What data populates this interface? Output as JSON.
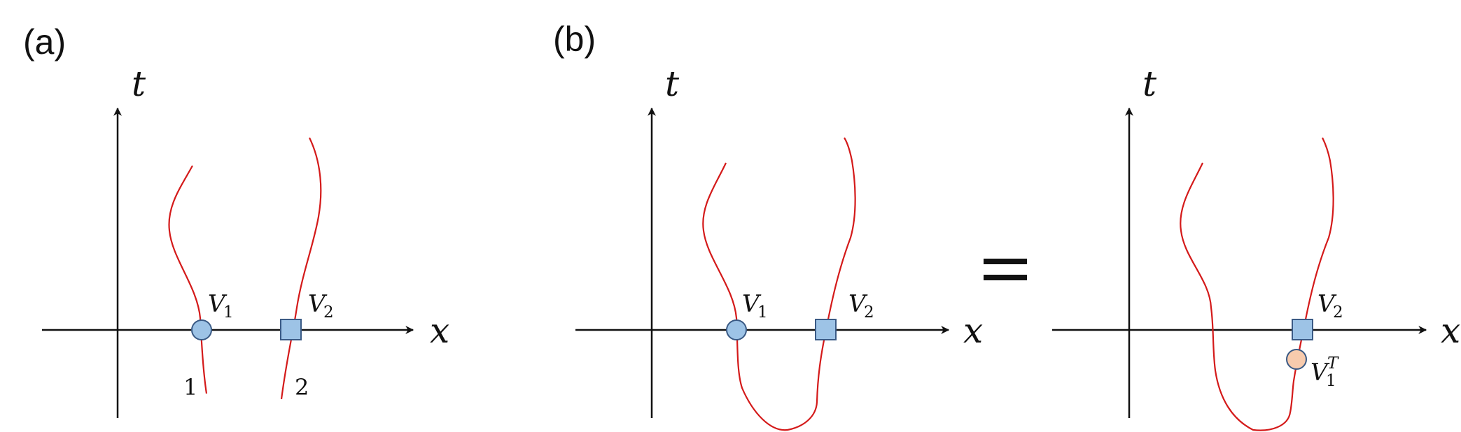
{
  "panels": {
    "a": {
      "label": "(a)"
    },
    "b": {
      "label": "(b)"
    }
  },
  "axes": {
    "t": "t",
    "x": "x"
  },
  "vertices": {
    "v1": {
      "base": "V",
      "sub": "1"
    },
    "v2": {
      "base": "V",
      "sub": "2"
    },
    "v1t": {
      "base": "V",
      "sub": "1",
      "sup": "T"
    }
  },
  "lines": {
    "line1": "1",
    "line2": "2"
  },
  "colors": {
    "worldline": "#d41a1a",
    "vertex_fill": "#9dc3e6",
    "transpose_fill": "#f8cbad",
    "vertex_stroke": "#3a5a85"
  }
}
